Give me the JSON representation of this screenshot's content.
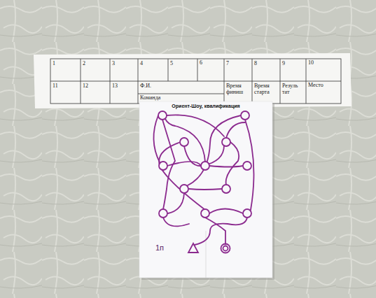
{
  "diagram": {
    "title": "Ориент-Шоу, квалификация",
    "labels": [
      "1",
      "2",
      "3",
      "4",
      "5",
      "6",
      "7",
      "8",
      "9",
      "10",
      "11",
      "12",
      "13",
      "Ф.И.",
      "Время финиш",
      "Время старта",
      "Резуль тат",
      "Место",
      "Команда",
      "1п"
    ]
  }
}
